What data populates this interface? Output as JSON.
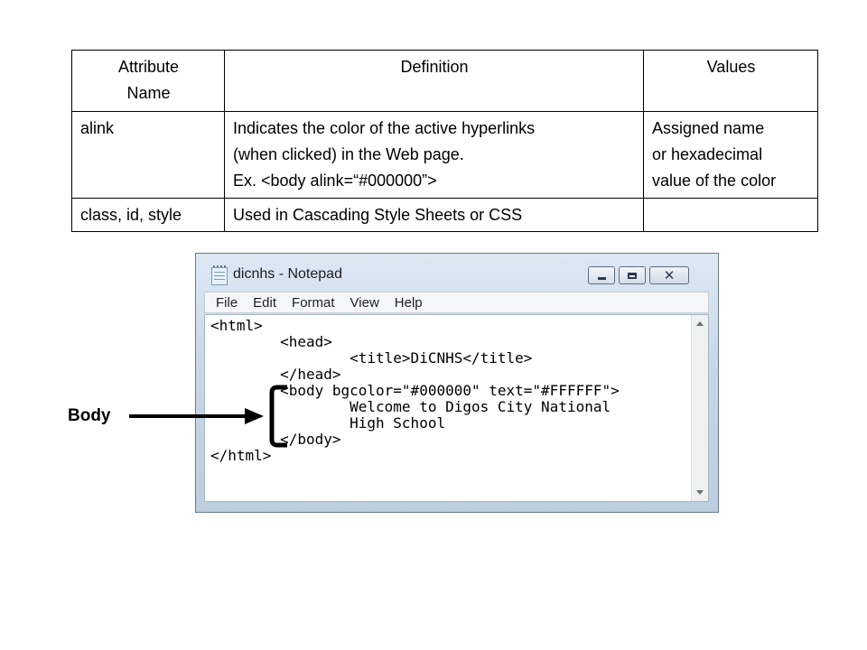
{
  "table": {
    "headers": [
      "Attribute Name",
      "Definition",
      "Values"
    ],
    "header_name_lines": [
      "Attribute",
      "Name"
    ],
    "rows": [
      {
        "name": "alink",
        "definition_lines": [
          "Indicates the color of the active hyperlinks",
          "(when clicked) in the Web page.",
          "Ex. <body alink=“#000000”>"
        ],
        "values_lines": [
          "Assigned name",
          "or hexadecimal",
          "value of the color"
        ]
      },
      {
        "name": "class, id, style",
        "definition_lines": [
          "Used in Cascading Style Sheets or CSS"
        ],
        "values_lines": []
      }
    ]
  },
  "notepad": {
    "title": "dicnhs - Notepad",
    "menu": [
      "File",
      "Edit",
      "Format",
      "View",
      "Help"
    ],
    "code_lines": [
      "<html>",
      "        <head>",
      "                <title>DiCNHS</title>",
      "        </head>",
      "        <body bgcolor=\"#000000\" text=\"#FFFFFF\">",
      "                Welcome to Digos City National",
      "                High School",
      "        </body>",
      "</html>"
    ],
    "icons": {
      "app": "notepad-icon",
      "minimize": "minimize-icon",
      "maximize": "maximize-icon",
      "close": "close-icon",
      "scroll_up": "scroll-up-arrow-icon",
      "scroll_down": "scroll-down-arrow-icon"
    }
  },
  "annotation": {
    "label": "Body",
    "bracket_color": "#000000"
  }
}
